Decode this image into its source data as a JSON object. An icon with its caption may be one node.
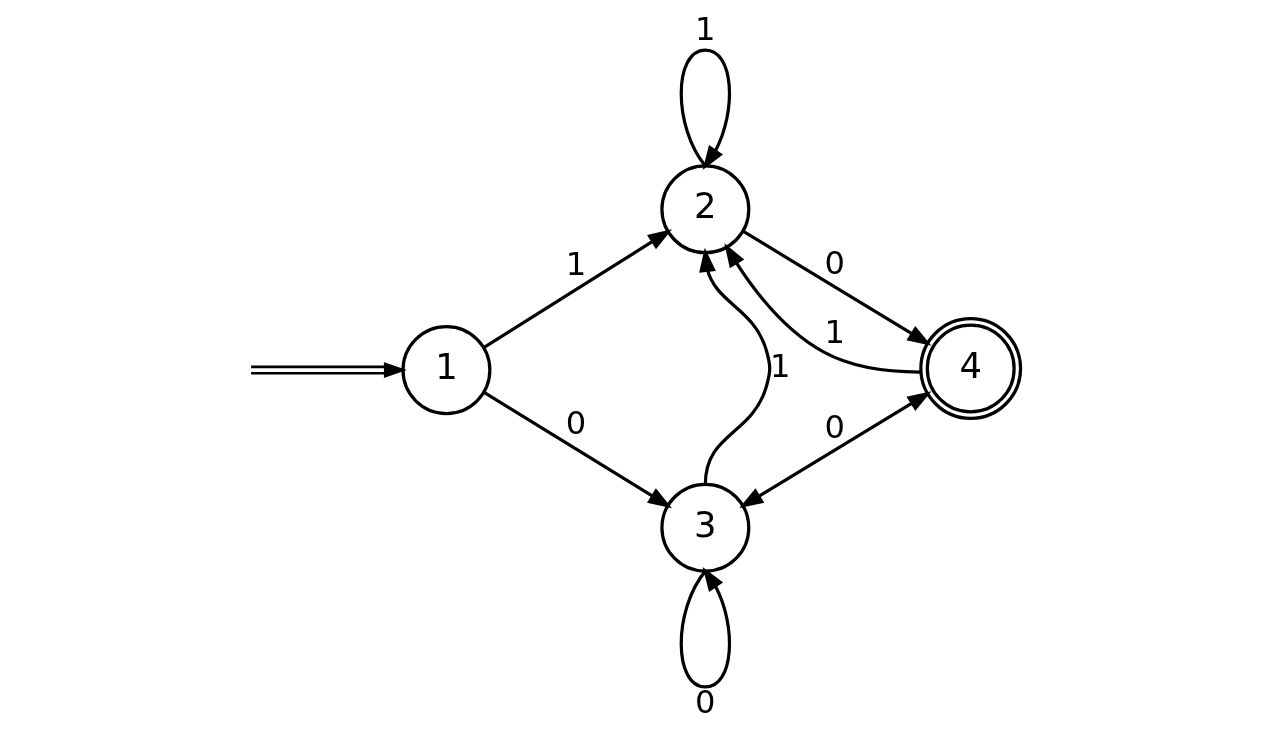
{
  "diagram": {
    "nodes": [
      {
        "text": [
          "1"
        ]
      },
      {
        "text": [
          "2"
        ]
      },
      {
        "text": [
          "3"
        ]
      },
      {
        "text": [
          "4"
        ]
      }
    ],
    "edges": [
      {
        "from": null,
        "to": 0,
        "arrow": "to"
      },
      {
        "from": 0,
        "to": 1,
        "arrow": "to",
        "label": "1"
      },
      {
        "from": 1,
        "to": 1,
        "arrow": "to",
        "label": "1"
      },
      {
        "from": 1,
        "to": 3,
        "arrow": "to",
        "label": "0"
      },
      {
        "from": 3,
        "to": 1,
        "arrow": "to",
        "label": "1"
      },
      {
        "from": 0,
        "to": 2,
        "arrow": "to",
        "label": "0"
      },
      {
        "from": 2,
        "to": 1,
        "arrow": "to",
        "label": "1"
      },
      {
        "from": 3,
        "to": 2,
        "arrow": "both",
        "label": "0"
      },
      {
        "from": 2,
        "to": 2,
        "arrow": "to",
        "label": "0"
      }
    ]
  }
}
